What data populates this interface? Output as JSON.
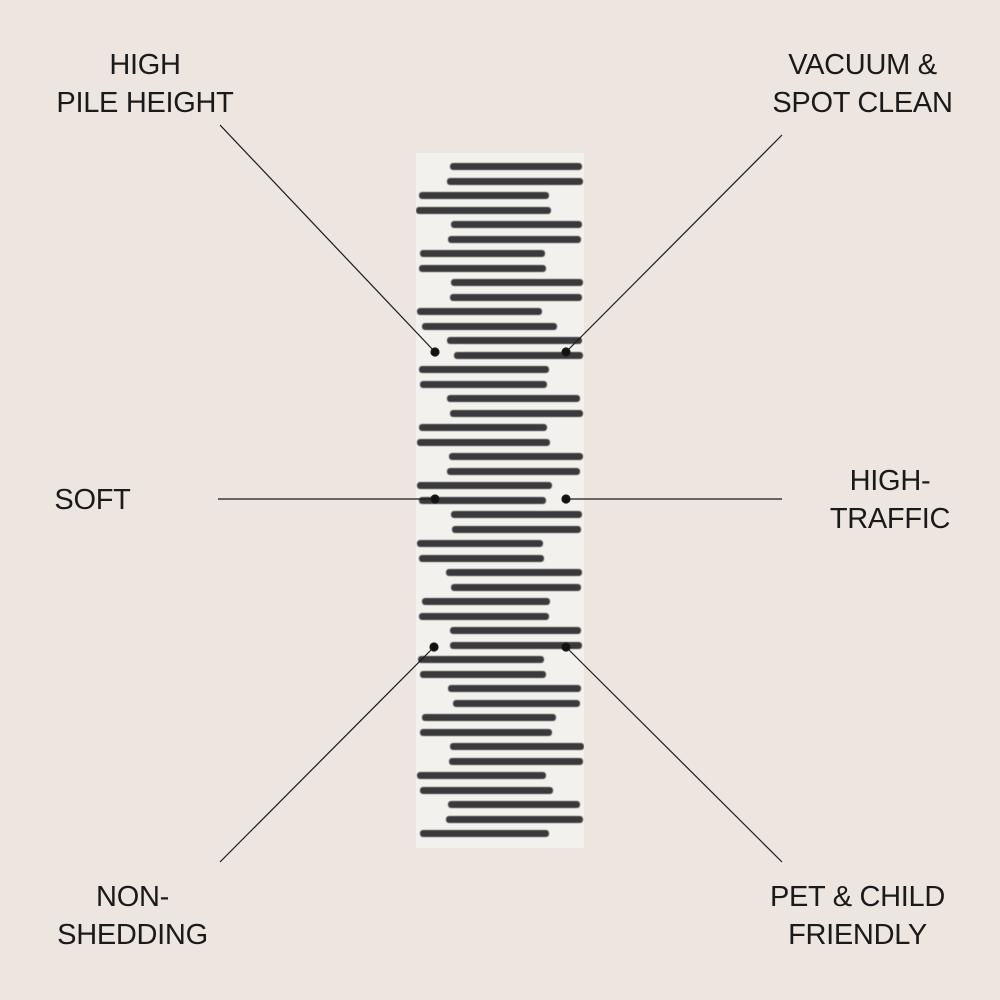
{
  "features": [
    {
      "id": "high-pile-height",
      "lines": [
        "HIGH",
        "PILE HEIGHT"
      ]
    },
    {
      "id": "vacuum-spot-clean",
      "lines": [
        "VACUUM &",
        "SPOT CLEAN"
      ]
    },
    {
      "id": "soft",
      "lines": [
        "SOFT"
      ]
    },
    {
      "id": "high-traffic",
      "lines": [
        "HIGH-",
        "TRAFFIC"
      ]
    },
    {
      "id": "non-shedding",
      "lines": [
        "NON-",
        "SHEDDING"
      ]
    },
    {
      "id": "pet-child-friendly",
      "lines": [
        "PET & CHILD",
        "FRIENDLY"
      ]
    }
  ],
  "colors": {
    "background": "#ede5e0",
    "rug": "#f3f1ee",
    "stripe": "#3a3a3c",
    "line": "#1a1a1a"
  }
}
